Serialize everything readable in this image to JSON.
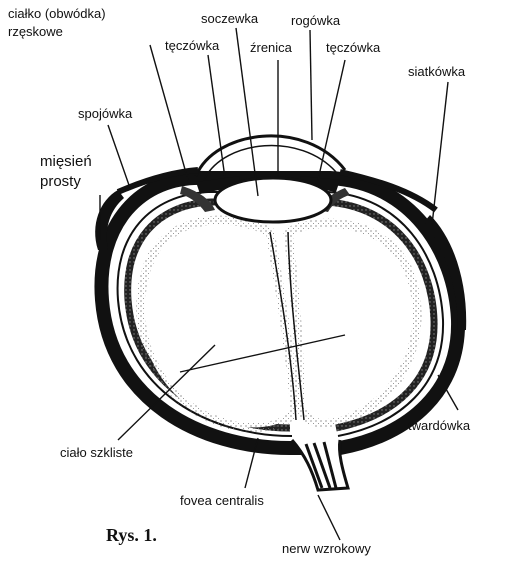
{
  "labels": {
    "cialko_line1": "ciałko (obwódka)",
    "cialko_line2": "rzęskowe",
    "soczewka": "soczewka",
    "rogowka": "rogówka",
    "teczowka_left": "tęczówka",
    "zrenica": "źrenica",
    "teczowka_right": "tęczówka",
    "siatkowka": "siatkówka",
    "spojowka": "spojówka",
    "miesien_line1": "mięsień",
    "miesien_line2": "prosty",
    "twardowka": "twardówka",
    "cialo_szkliste": "ciało szkliste",
    "fovea": "fovea centralis",
    "nerw": "nerw wzrokowy"
  },
  "caption": "Rys. 1."
}
